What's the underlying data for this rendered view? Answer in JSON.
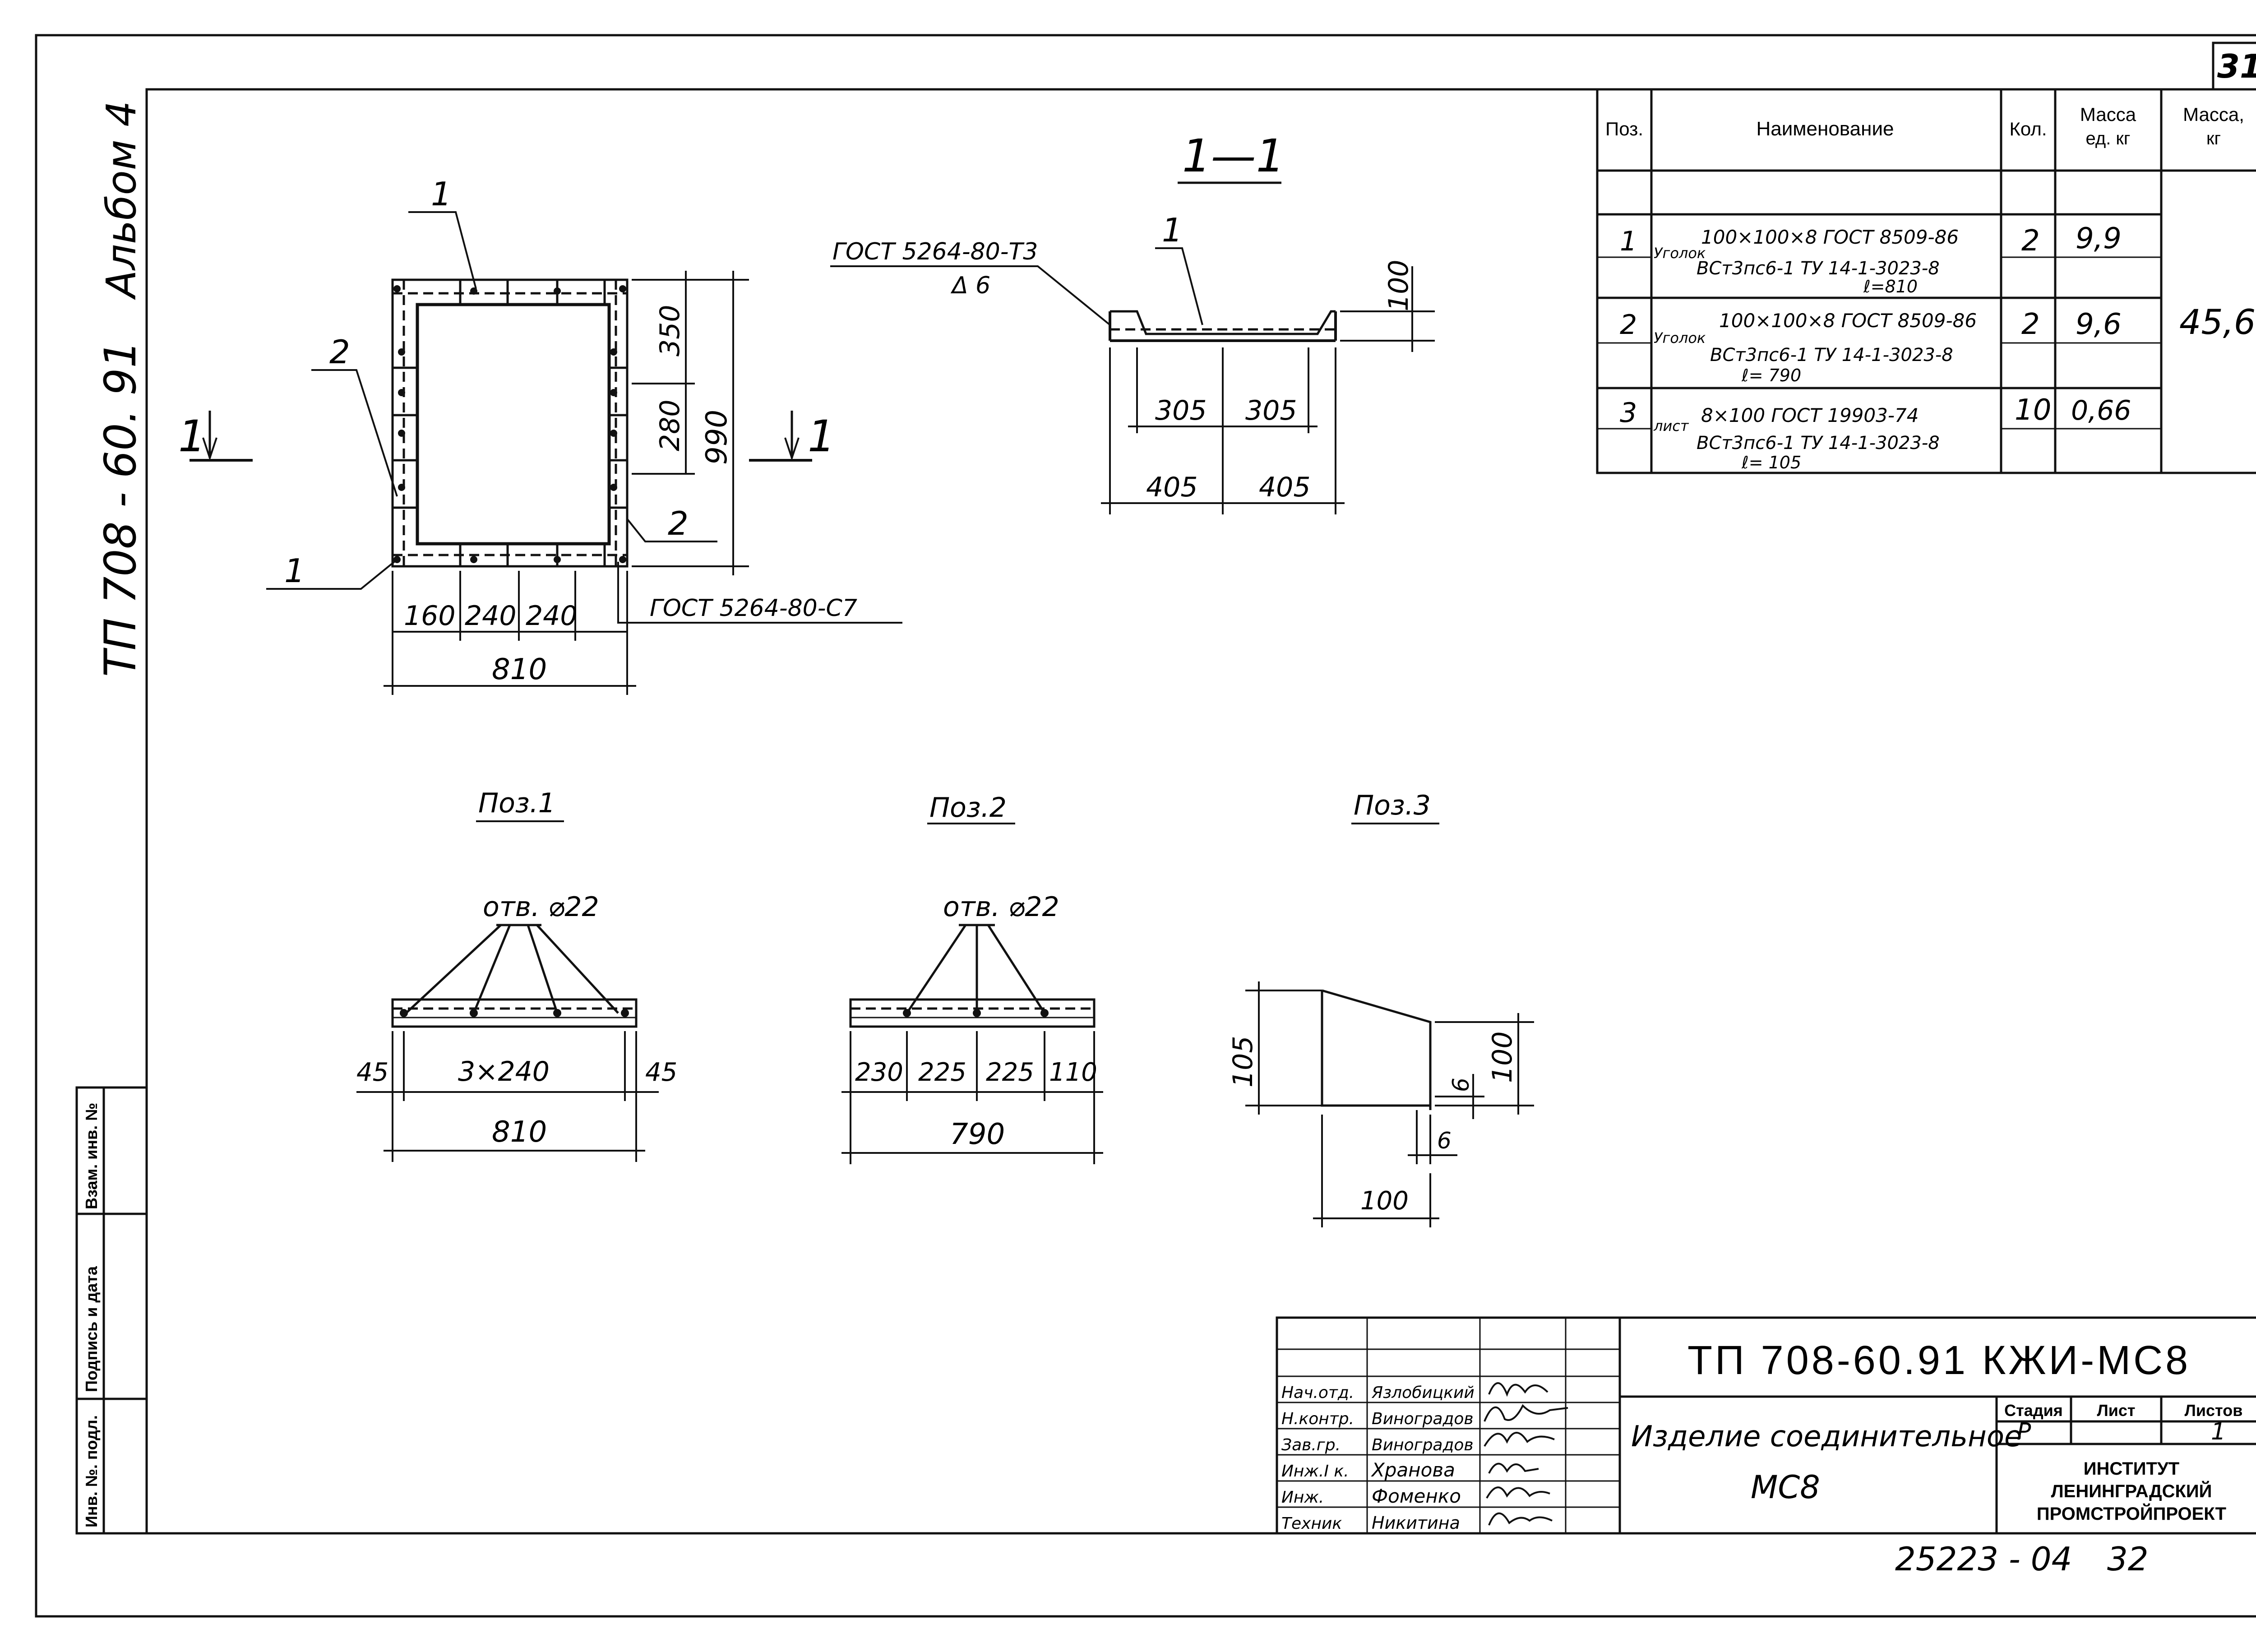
{
  "sheet": {
    "page_number": "31",
    "album": "Альбом 4",
    "project_side": "ТП 708 - 60. 91",
    "bottom_number": "25223 - 04",
    "bottom_number_suffix": "32"
  },
  "spec_table": {
    "headers": {
      "pos": "Поз.",
      "name": "Наименование",
      "qty": "Кол.",
      "mass_unit": "Масса ед. кг",
      "mass_unit_line1": "Масса",
      "mass_unit_line2": "ед. кг",
      "mass_total_line1": "Масса,",
      "mass_total_line2": "кг"
    },
    "rows": [
      {
        "pos": "1",
        "prefix": "Уголок",
        "line1": "100×100×8 ГОСТ 8509-86",
        "line2": "ВСт3пс6-1 ТУ 14-1-3023-8",
        "line3": "ℓ=810",
        "qty": "2",
        "mass_unit": "9,9"
      },
      {
        "pos": "2",
        "prefix": "Уголок",
        "line1": "100×100×8 ГОСТ 8509-86",
        "line2": "ВСт3пс6-1 ТУ 14-1-3023-8",
        "line3": "ℓ= 790",
        "qty": "2",
        "mass_unit": "9,6"
      },
      {
        "pos": "3",
        "prefix": "лист",
        "line1": "8×100 ГОСТ 19903-74",
        "line2": "ВСт3пс6-1 ТУ 14-1-3023-8",
        "line3": "ℓ= 105",
        "qty": "10",
        "mass_unit": "0,66"
      }
    ],
    "mass_total": "45,6"
  },
  "plan_view": {
    "label_1_top": "1",
    "label_1_bottom": "1",
    "label_2_left": "2",
    "label_2_right": "2",
    "section_mark_left": "1",
    "section_mark_right": "1",
    "dim_350": "350",
    "dim_280": "280",
    "dim_990": "990",
    "dim_160": "160",
    "dim_240a": "240",
    "dim_240b": "240",
    "dim_810": "810",
    "weld_note": "ГОСТ 5264-80-С7"
  },
  "section_view": {
    "title": "1—1",
    "label_1": "1",
    "weld_note": "ГОСТ 5264-80-Т3",
    "weld_note2": "Δ 6",
    "dim_100": "100",
    "dim_305a": "305",
    "dim_305b": "305",
    "dim_405a": "405",
    "dim_405b": "405"
  },
  "pos1": {
    "title": "Поз.1",
    "hole_note": "отв. ⌀22",
    "dim_45a": "45",
    "dim_3x240": "3×240",
    "dim_45b": "45",
    "dim_810": "810"
  },
  "pos2": {
    "title": "Поз.2",
    "hole_note": "отв. ⌀22",
    "dim_230": "230",
    "dim_225a": "225",
    "dim_225b": "225",
    "dim_110": "110",
    "dim_790": "790"
  },
  "pos3": {
    "title": "Поз.3",
    "dim_105": "105",
    "dim_100v": "100",
    "dim_6a": "6",
    "dim_6b": "6",
    "dim_100h": "100"
  },
  "side_stamp": {
    "inv_podl": "Инв. №. подл.",
    "podpis_data": "Подпись и дата",
    "vzam_inv": "Взам. инв. №"
  },
  "title_block": {
    "code": "ТП 708-60.91 КЖИ-МС8",
    "name_line1": "Изделие соединительное",
    "name_line2": "МС8",
    "stage_header": "Стадия",
    "sheet_header": "Лист",
    "sheets_header": "Листов",
    "stage": "Р",
    "sheet": "",
    "sheets": "1",
    "org_line1": "ИНСТИТУТ",
    "org_line2": "ЛЕНИНГРАДСКИЙ",
    "org_line3": "ПРОМСТРОЙПРОЕКТ",
    "staff": [
      {
        "role": "Нач.отд.",
        "name": "Язлобицкий"
      },
      {
        "role": "Н.контр.",
        "name": "Виноградов"
      },
      {
        "role": "Зав.гр.",
        "name": "Виноградов"
      },
      {
        "role": "Инж.I к.",
        "name": "Хранова"
      },
      {
        "role": "Инж.",
        "name": "Фоменко"
      },
      {
        "role": "Техник",
        "name": "Никитина"
      }
    ]
  }
}
